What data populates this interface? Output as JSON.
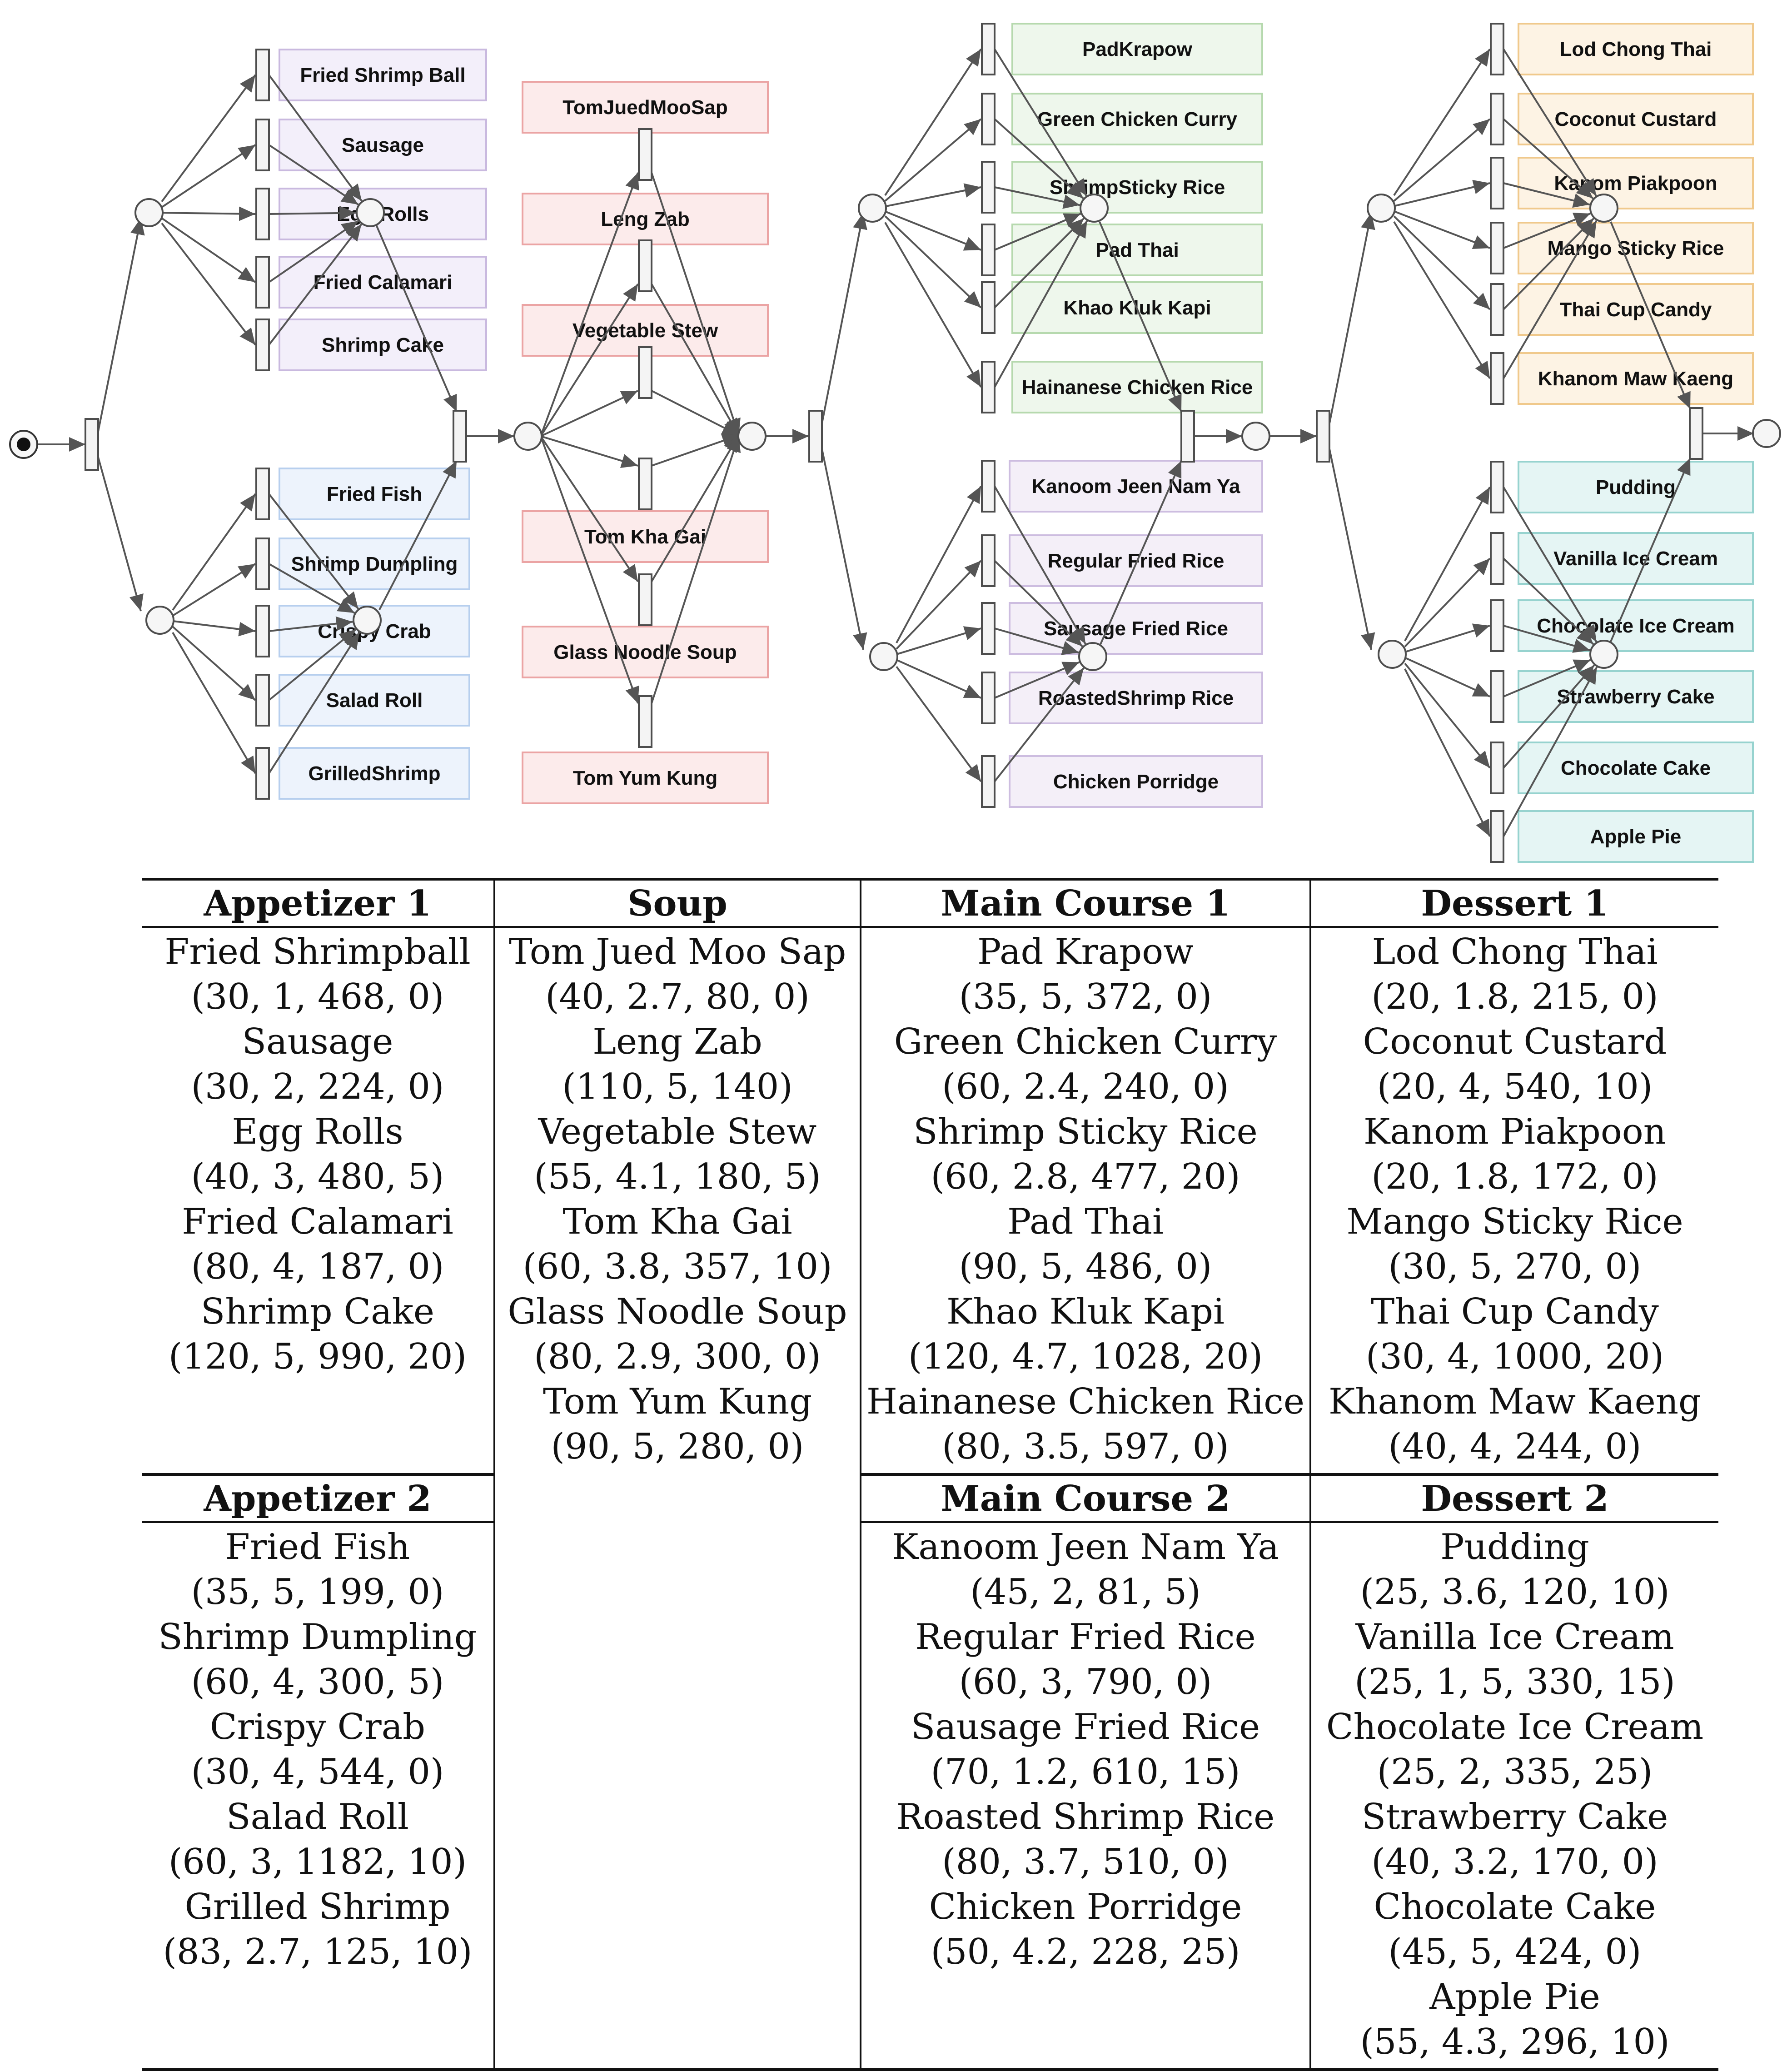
{
  "diagram": {
    "groups": [
      {
        "id": "appetizer-1",
        "fill": "#f3effa",
        "stroke": "#c9b9df",
        "items": [
          "Fried Shrimp Ball",
          "Sausage",
          "Egg Rolls",
          "Fried Calamari",
          "Shrimp Cake"
        ]
      },
      {
        "id": "appetizer-2",
        "fill": "#edf3fc",
        "stroke": "#b7cfee",
        "items": [
          "Fried Fish",
          "Shrimp Dumpling",
          "Crispy Crab",
          "Salad Roll",
          "GrilledShrimp"
        ]
      },
      {
        "id": "soup",
        "fill": "#fcebeb",
        "stroke": "#eba4a4",
        "items": [
          "TomJuedMooSap",
          "Leng Zab",
          "Vegetable Stew",
          "Tom Kha Gai",
          "Glass Noodle Soup",
          "Tom Yum Kung"
        ]
      },
      {
        "id": "main-course-1",
        "fill": "#eef7ec",
        "stroke": "#b6d9ae",
        "items": [
          "PadKrapow",
          "Green Chicken Curry",
          "ShrimpSticky Rice",
          "Pad Thai",
          "Khao Kluk Kapi",
          "Hainanese Chicken Rice"
        ]
      },
      {
        "id": "main-course-2",
        "fill": "#f4eff8",
        "stroke": "#cdbde0",
        "items": [
          "Kanoom Jeen Nam Ya",
          "Regular Fried Rice",
          "Sausage Fried Rice",
          "RoastedShrimp Rice",
          "Chicken Porridge"
        ]
      },
      {
        "id": "dessert-1",
        "fill": "#fdf3e4",
        "stroke": "#f0c98c",
        "items": [
          "Lod Chong Thai",
          "Coconut Custard",
          "Kanom Piakpoon",
          "Mango Sticky Rice",
          "Thai Cup Candy",
          "Khanom Maw Kaeng"
        ]
      },
      {
        "id": "dessert-2",
        "fill": "#e5f5f4",
        "stroke": "#97d3cf",
        "items": [
          "Pudding",
          "Vanilla Ice Cream",
          "Chocolate Ice Cream",
          "Strawberry Cake",
          "Chocolate Cake",
          "Apple Pie"
        ]
      }
    ]
  },
  "table": {
    "headers": [
      "Appetizer 1",
      "Soup",
      "Main Course 1",
      "Dessert 1"
    ],
    "headers2": [
      "Appetizer 2",
      "",
      "Main Course 2",
      "Dessert 2"
    ],
    "row1": [
      [
        [
          "Fried Shrimpball",
          "(30, 1, 468, 0)"
        ],
        [
          "Sausage",
          "(30, 2, 224, 0)"
        ],
        [
          "Egg Rolls",
          "(40, 3, 480, 5)"
        ],
        [
          "Fried Calamari",
          "(80, 4, 187, 0)"
        ],
        [
          "Shrimp Cake",
          "(120, 5, 990, 20)"
        ]
      ],
      [
        [
          "Tom Jued Moo Sap",
          "(40, 2.7, 80, 0)"
        ],
        [
          "Leng Zab",
          "(110, 5, 140)"
        ],
        [
          "Vegetable Stew",
          "(55, 4.1, 180, 5)"
        ],
        [
          "Tom Kha Gai",
          "(60, 3.8, 357, 10)"
        ],
        [
          "Glass Noodle Soup",
          "(80, 2.9, 300, 0)"
        ],
        [
          "Tom Yum Kung",
          "(90, 5, 280, 0)"
        ]
      ],
      [
        [
          "Pad Krapow",
          "(35, 5, 372, 0)"
        ],
        [
          "Green Chicken Curry",
          "(60, 2.4, 240, 0)"
        ],
        [
          "Shrimp Sticky Rice",
          "(60, 2.8, 477, 20)"
        ],
        [
          "Pad Thai",
          "(90, 5, 486, 0)"
        ],
        [
          "Khao Kluk Kapi",
          "(120, 4.7, 1028, 20)"
        ],
        [
          "Hainanese Chicken Rice",
          "(80, 3.5, 597, 0)"
        ]
      ],
      [
        [
          "Lod Chong Thai",
          "(20, 1.8, 215, 0)"
        ],
        [
          "Coconut Custard",
          "(20, 4, 540, 10)"
        ],
        [
          "Kanom Piakpoon",
          "(20, 1.8, 172, 0)"
        ],
        [
          "Mango Sticky Rice",
          "(30, 5, 270, 0)"
        ],
        [
          "Thai Cup Candy",
          "(30, 4, 1000, 20)"
        ],
        [
          "Khanom Maw Kaeng",
          "(40, 4, 244, 0)"
        ]
      ]
    ],
    "row2": [
      [
        [
          "Fried Fish",
          "(35, 5, 199, 0)"
        ],
        [
          "Shrimp Dumpling",
          "(60, 4, 300, 5)"
        ],
        [
          "Crispy Crab",
          "(30, 4, 544, 0)"
        ],
        [
          "Salad Roll",
          "(60, 3, 1182, 10)"
        ],
        [
          "Grilled Shrimp",
          "(83, 2.7, 125, 10)"
        ]
      ],
      [],
      [
        [
          "Kanoom Jeen Nam Ya",
          "(45, 2, 81, 5)"
        ],
        [
          "Regular Fried Rice",
          "(60, 3, 790, 0)"
        ],
        [
          "Sausage Fried Rice",
          "(70, 1.2, 610, 15)"
        ],
        [
          "Roasted Shrimp Rice",
          "(80, 3.7, 510, 0)"
        ],
        [
          "Chicken Porridge",
          "(50, 4.2, 228, 25)"
        ]
      ],
      [
        [
          "Pudding",
          "(25, 3.6, 120, 10)"
        ],
        [
          "Vanilla Ice Cream",
          "(25, 1, 5, 330, 15)"
        ],
        [
          "Chocolate Ice Cream",
          "(25, 2, 335, 25)"
        ],
        [
          "Strawberry Cake",
          "(40, 3.2, 170, 0)"
        ],
        [
          "Chocolate Cake",
          "(45, 5, 424, 0)"
        ],
        [
          "Apple Pie",
          "(55, 4.3, 296, 10)"
        ]
      ]
    ]
  }
}
